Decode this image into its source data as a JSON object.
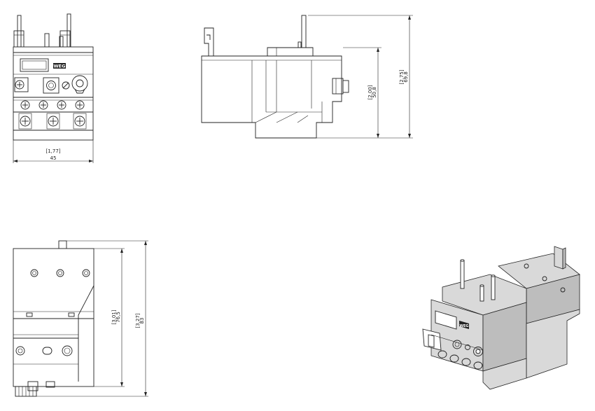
{
  "drawing": {
    "front_view": {
      "brand_mark": "WEG",
      "width_in": "[1,77]",
      "width_mm": "45"
    },
    "side_view": {
      "height_in": "[2,00]",
      "height_mm": "50,8",
      "total_height_in": "[2,75]",
      "total_height_mm": "69,8"
    },
    "top_view": {
      "depth_in": "[3,01]",
      "depth_mm": "76,5",
      "total_depth_in": "[3,27]",
      "total_depth_mm": "83"
    },
    "iso_view": {
      "brand_mark": "WEG"
    }
  }
}
